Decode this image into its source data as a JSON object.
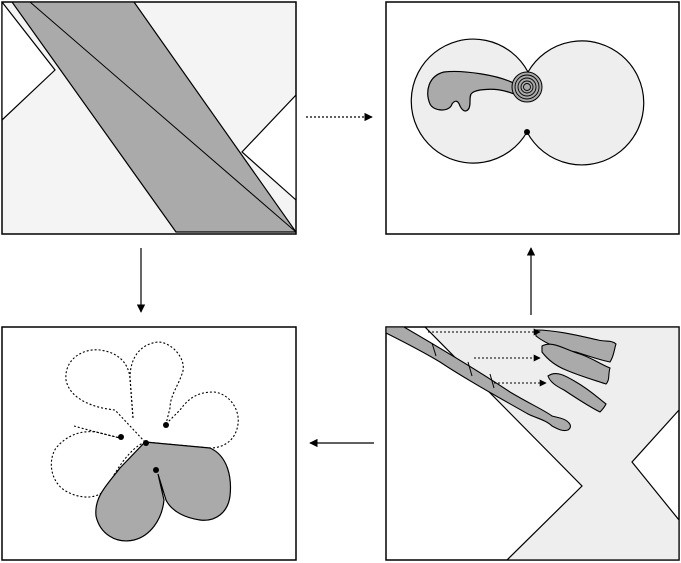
{
  "colors": {
    "background": "#ffffff",
    "panel_fill": "#f4f4f4",
    "light_region": "#eeeeee",
    "dark_region": "#aaaaaa",
    "stroke": "#000000"
  },
  "panels": [
    {
      "id": "top-left",
      "content": "diagonal-strip"
    },
    {
      "id": "top-right",
      "content": "two-lobe-region-with-spiral"
    },
    {
      "id": "bottom-left",
      "content": "five-lobe-flower"
    },
    {
      "id": "bottom-right",
      "content": "strip-cut-into-pieces"
    }
  ],
  "arrows": [
    {
      "from": "top-left",
      "to": "top-right",
      "style": "dotted"
    },
    {
      "from": "top-left",
      "to": "bottom-left",
      "style": "solid"
    },
    {
      "from": "bottom-right",
      "to": "bottom-left",
      "style": "solid"
    },
    {
      "from": "bottom-right",
      "to": "top-right",
      "style": "solid"
    }
  ]
}
